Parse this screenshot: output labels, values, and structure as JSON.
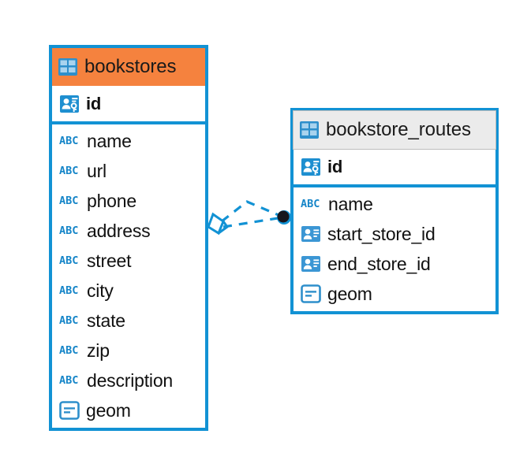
{
  "diagram": {
    "type": "entity-relationship-diagram",
    "background_color": "#ffffff",
    "accent_color": "#1292D4",
    "highlight_color": "#F5823E",
    "entities": [
      {
        "name": "bookstores",
        "header_style": "highlighted",
        "header_color": "#F5823E",
        "icon": "table-icon",
        "primary_keys": [
          {
            "label": "id",
            "icon": "primary-key-icon"
          }
        ],
        "fields": [
          {
            "label": "name",
            "icon": "text-field-icon",
            "type_hint": "ABC"
          },
          {
            "label": "url",
            "icon": "text-field-icon",
            "type_hint": "ABC"
          },
          {
            "label": "phone",
            "icon": "text-field-icon",
            "type_hint": "ABC"
          },
          {
            "label": "address",
            "icon": "text-field-icon",
            "type_hint": "ABC"
          },
          {
            "label": "street",
            "icon": "text-field-icon",
            "type_hint": "ABC"
          },
          {
            "label": "city",
            "icon": "text-field-icon",
            "type_hint": "ABC"
          },
          {
            "label": "state",
            "icon": "text-field-icon",
            "type_hint": "ABC"
          },
          {
            "label": "zip",
            "icon": "text-field-icon",
            "type_hint": "ABC"
          },
          {
            "label": "description",
            "icon": "text-field-icon",
            "type_hint": "ABC"
          },
          {
            "label": "geom",
            "icon": "geometry-field-icon",
            "type_hint": "geometry"
          }
        ]
      },
      {
        "name": "bookstore_routes",
        "header_style": "plain",
        "header_color": "#EBEBEB",
        "icon": "table-icon",
        "primary_keys": [
          {
            "label": "id",
            "icon": "primary-key-icon"
          }
        ],
        "fields": [
          {
            "label": "name",
            "icon": "text-field-icon",
            "type_hint": "ABC"
          },
          {
            "label": "start_store_id",
            "icon": "foreign-key-icon",
            "type_hint": "reference"
          },
          {
            "label": "end_store_id",
            "icon": "foreign-key-icon",
            "type_hint": "reference"
          },
          {
            "label": "geom",
            "icon": "geometry-field-icon",
            "type_hint": "geometry"
          }
        ]
      }
    ],
    "relationship": {
      "from_entity": "bookstores",
      "to_entity": "bookstore_routes",
      "line_style": "dashed",
      "line_color": "#1292D4",
      "source_marker": "polygon-marker",
      "target_marker": "filled-circle-marker"
    }
  }
}
